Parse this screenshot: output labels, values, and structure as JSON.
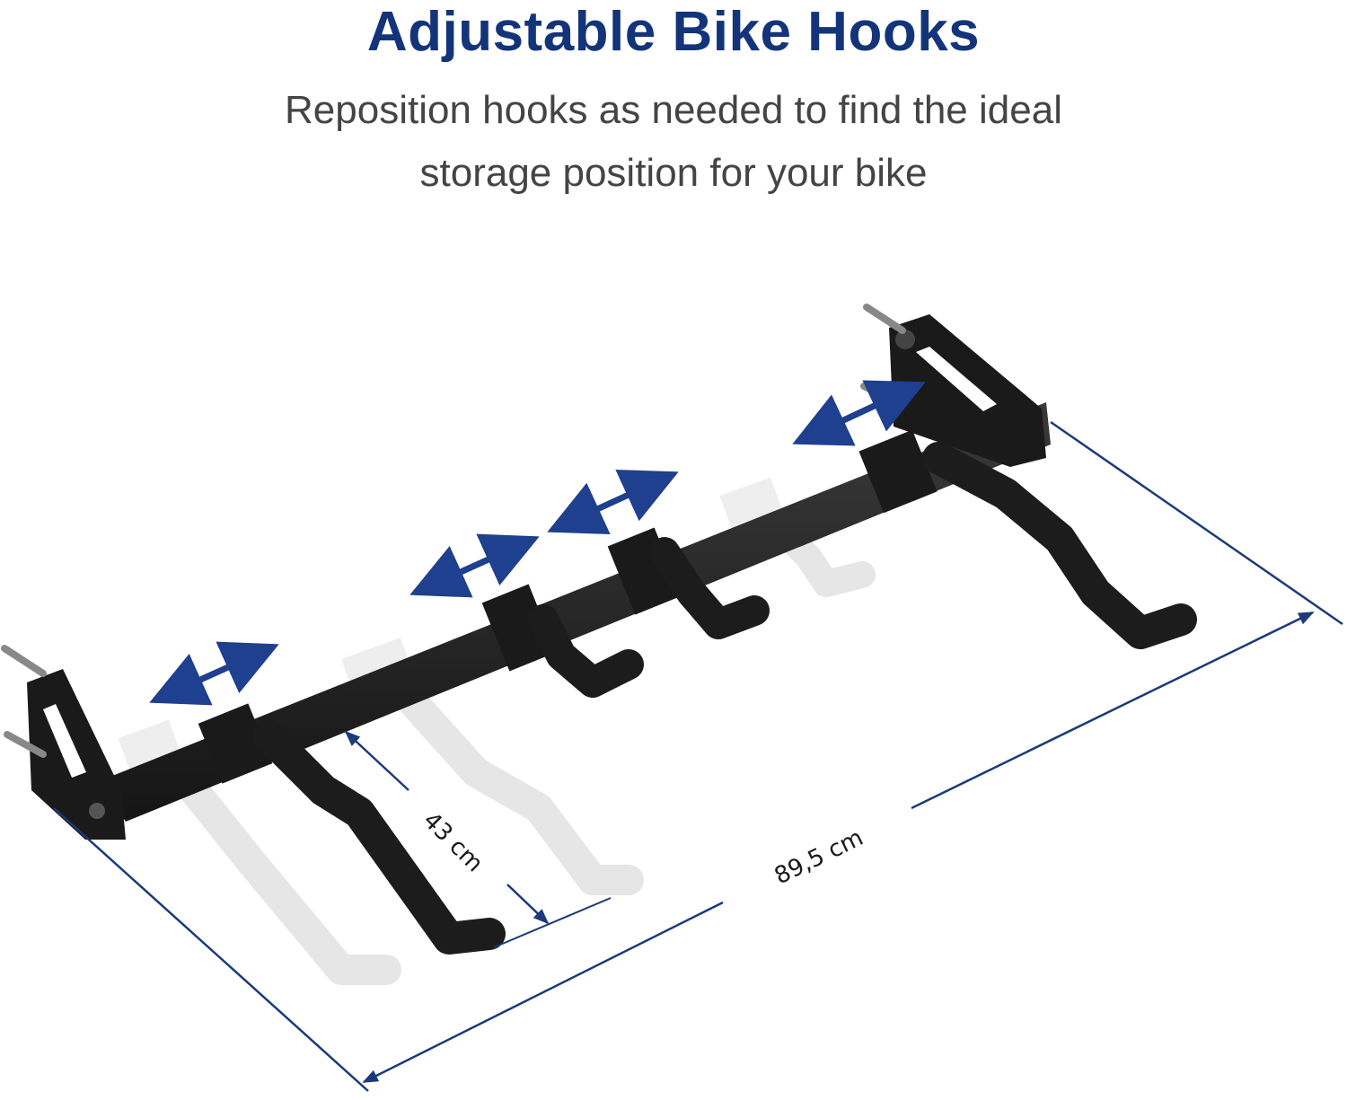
{
  "header": {
    "title": "Adjustable Bike Hooks",
    "subtitle_line1": "Reposition hooks as needed to find the ideal",
    "subtitle_line2": "storage position for your bike"
  },
  "dimensions": {
    "hook_spacing": "43 cm",
    "total_length": "89,5 cm"
  },
  "colors": {
    "accent_blue": "#14347a",
    "arrow_blue": "#1f3f8f",
    "rack_black": "#1a1a1a",
    "ghost_gray": "#e6e6e6",
    "text_gray": "#444444"
  }
}
